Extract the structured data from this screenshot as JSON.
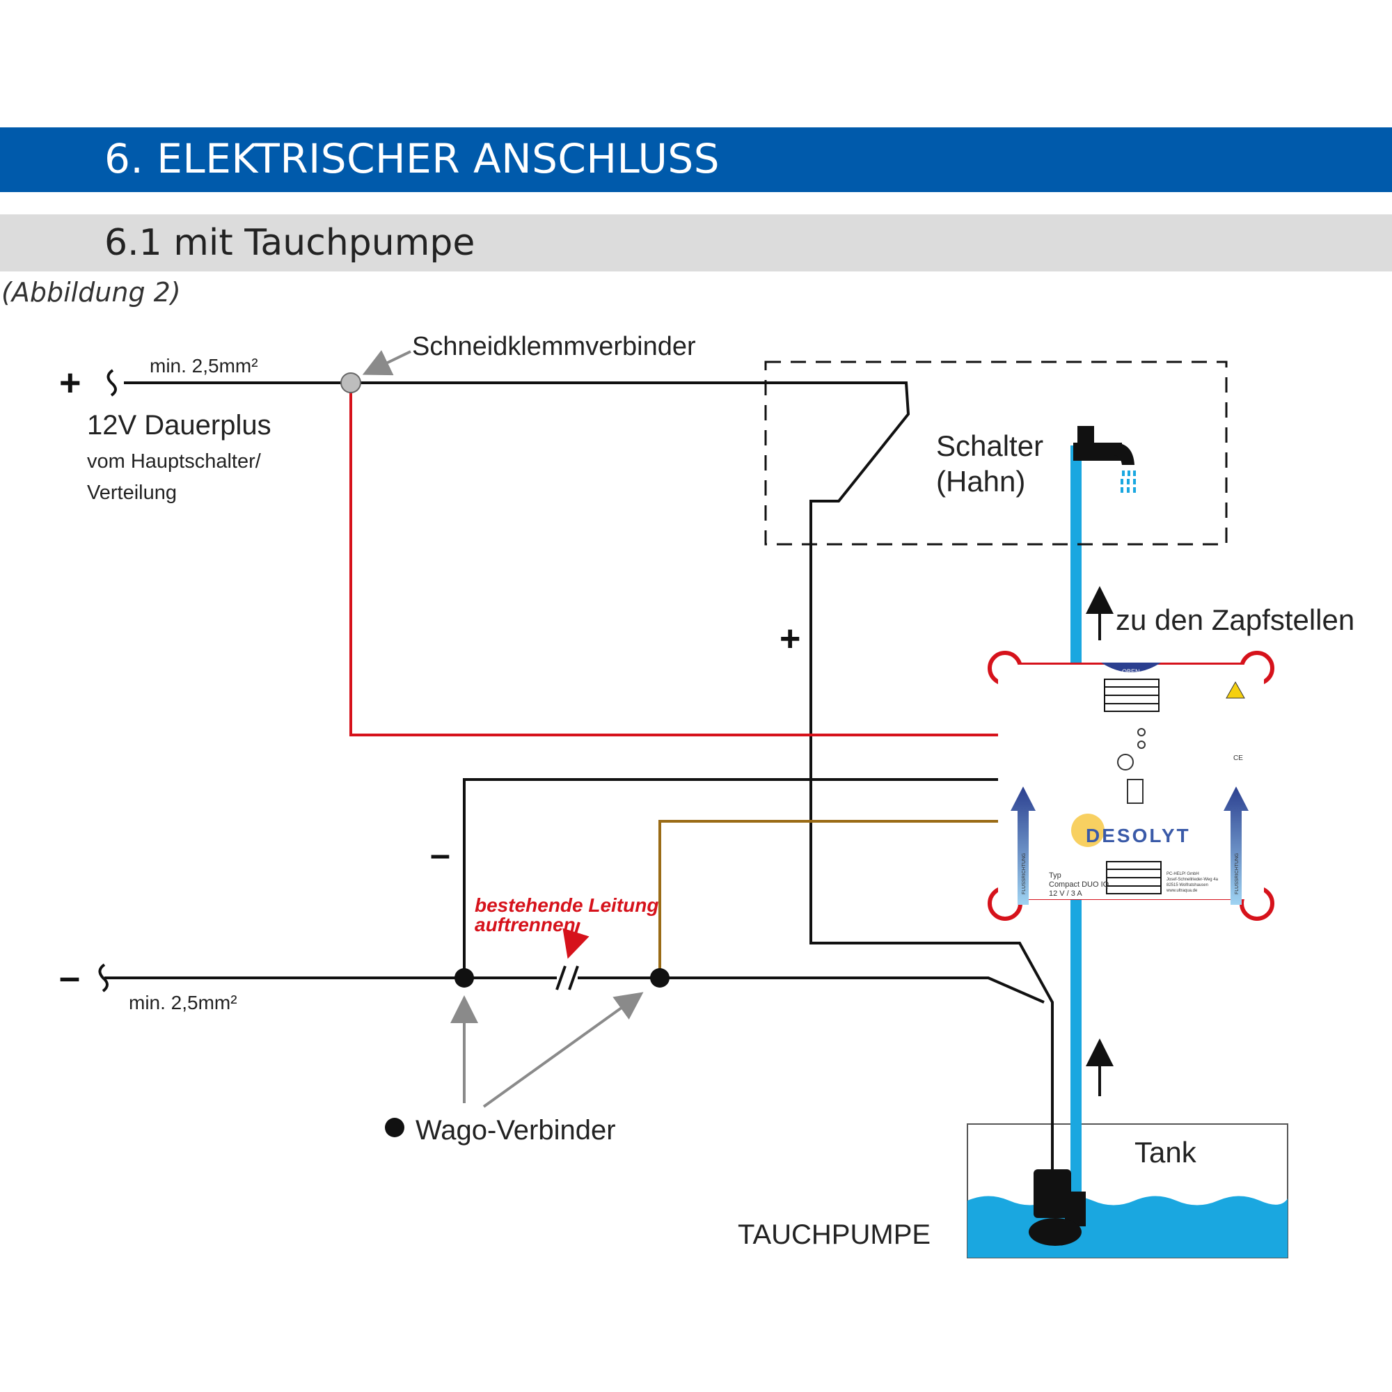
{
  "header": {
    "title": "6.  ELEKTRISCHER ANSCHLUSS",
    "subtitle": "6.1  mit Tauchpumpe"
  },
  "caption": "(Abbildung 2)",
  "diagram": {
    "plus_symbol": "+",
    "minus_symbol": "–",
    "cable_top": "min. 2,5mm²",
    "cable_bottom": "min. 2,5mm²",
    "supply_title": "12V Dauerplus",
    "supply_line1": "vom Hauptschalter/",
    "supply_line2": "Verteilung",
    "connector_label": "Schneidklemmverbinder",
    "switch_line1": "Schalter",
    "switch_line2": "(Hahn)",
    "outlet_label": "zu den Zapfstellen",
    "wire_plus": "+",
    "wire_minus": "–",
    "cut_line1": "bestehende Leitung",
    "cut_line2": "auftrennen",
    "wago_label": "Wago-Verbinder",
    "tank_label": "Tank",
    "pump_label": "TAUCHPUMPE"
  },
  "device": {
    "brand": "DESOLYT",
    "top_tab": "OBEN",
    "type_line1": "Typ",
    "type_line2": "Compact DUO IQ",
    "type_line3": "12 V / 3 A",
    "maker_line1": "PC-HELP! GmbH",
    "maker_line2": "Josef-Schnellrieder-Weg 4a",
    "maker_line3": "82515 Wolfratshausen",
    "maker_line4": "www.ultraqua.de",
    "flow_label": "FLUSSRICHTUNG"
  },
  "colors": {
    "banner": "#005aab",
    "red_wire": "#d6121b",
    "brown_wire": "#9a6b16",
    "water": "#1aa7e0",
    "device_outline": "#d6121b"
  }
}
